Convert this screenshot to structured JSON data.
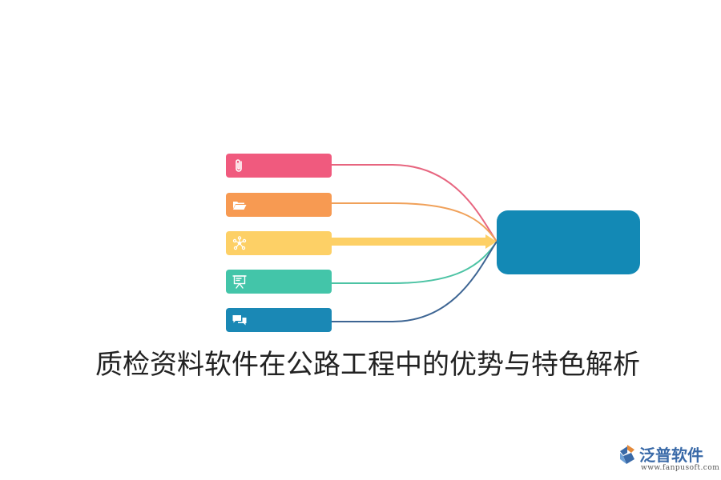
{
  "title": "质检资料软件在公路工程中的优势与特色解析",
  "nodes": [
    {
      "icon": "paperclip-icon",
      "color": "#f05a7e",
      "label": ""
    },
    {
      "icon": "folder-icon",
      "color": "#f79a52",
      "label": ""
    },
    {
      "icon": "network-icon",
      "color": "#fdd066",
      "label": ""
    },
    {
      "icon": "presentation-icon",
      "color": "#43c5a9",
      "label": ""
    },
    {
      "icon": "chat-icon",
      "color": "#1a88b5",
      "label": ""
    }
  ],
  "hub": {
    "color": "#1389b5",
    "label": ""
  },
  "connector_colors": [
    "#e7657f",
    "#f0a15a",
    "#fdd066",
    "#4cc3a4",
    "#3d6593"
  ],
  "logo": {
    "name": "泛普软件",
    "url": "www.fanpusoft.com",
    "color": "#3a6aa8"
  }
}
